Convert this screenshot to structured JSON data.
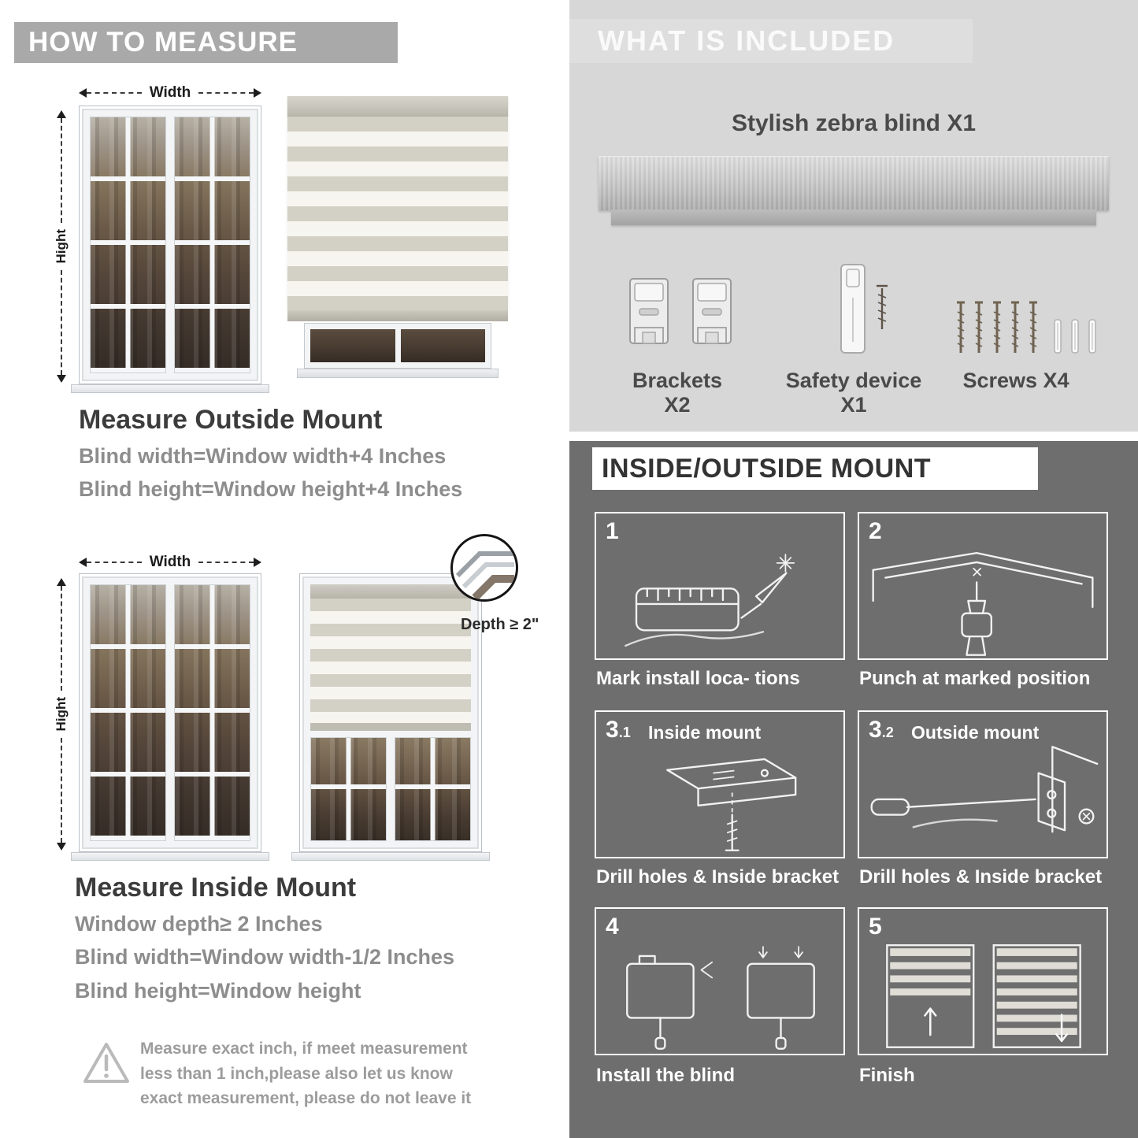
{
  "left_panel": {
    "banner": "HOW TO MEASURE",
    "outside_section": {
      "width_label": "Width",
      "height_label": "Hight",
      "heading": "Measure Outside Mount",
      "lines": [
        "Blind width=Window width+4 Inches",
        "Blind height=Window height+4 Inches"
      ]
    },
    "inside_section": {
      "width_label": "Width",
      "height_label": "Hight",
      "depth_callout": "Depth ≥ 2\"",
      "heading": "Measure Inside Mount",
      "lines": [
        "Window depth≥ 2 Inches",
        "Blind width=Window width-1/2 Inches",
        "Blind height=Window height"
      ]
    },
    "warning": {
      "icon": "warning-triangle-icon",
      "text": "Measure exact inch, if meet measurement less than 1 inch,please also let us know exact measurement, please do not leave it"
    }
  },
  "right_panel": {
    "included": {
      "banner": "WHAT IS INCLUDED",
      "product_label": "Stylish zebra blind X1",
      "items": [
        {
          "icon": "bracket-icon",
          "label": "Brackets X2"
        },
        {
          "icon": "safety-device-icon",
          "label": "Safety device X1"
        },
        {
          "icon": "screw-icon",
          "label": "Screws X4"
        }
      ]
    },
    "mount_guide": {
      "banner": "INSIDE/OUTSIDE MOUNT",
      "steps": [
        {
          "num": "1",
          "sub": "",
          "title": "",
          "caption": "Mark install loca- tions",
          "icon": "measure-mark-illustration"
        },
        {
          "num": "2",
          "sub": "",
          "title": "",
          "caption": "Punch at  marked position",
          "icon": "drill-illustration"
        },
        {
          "num": "3",
          "sub": ".1",
          "title": "Inside mount",
          "caption": "Drill holes &  Inside bracket",
          "icon": "inside-bracket-illustration"
        },
        {
          "num": "3",
          "sub": ".2",
          "title": "Outside mount",
          "caption": "Drill holes &  Inside bracket",
          "icon": "outside-bracket-illustration"
        },
        {
          "num": "4",
          "sub": "",
          "title": "",
          "caption": "Install the blind",
          "icon": "install-blind-illustration"
        },
        {
          "num": "5",
          "sub": "",
          "title": "",
          "caption": "Finish",
          "icon": "finish-illustration"
        }
      ]
    }
  },
  "colors": {
    "banner_gray": "#a9a9a9",
    "included_bg": "#d7d7d7",
    "mount_bg": "#6e6e6e",
    "heading_text": "#3c3c3c",
    "body_text": "#8d8d8d",
    "white": "#ffffff"
  }
}
